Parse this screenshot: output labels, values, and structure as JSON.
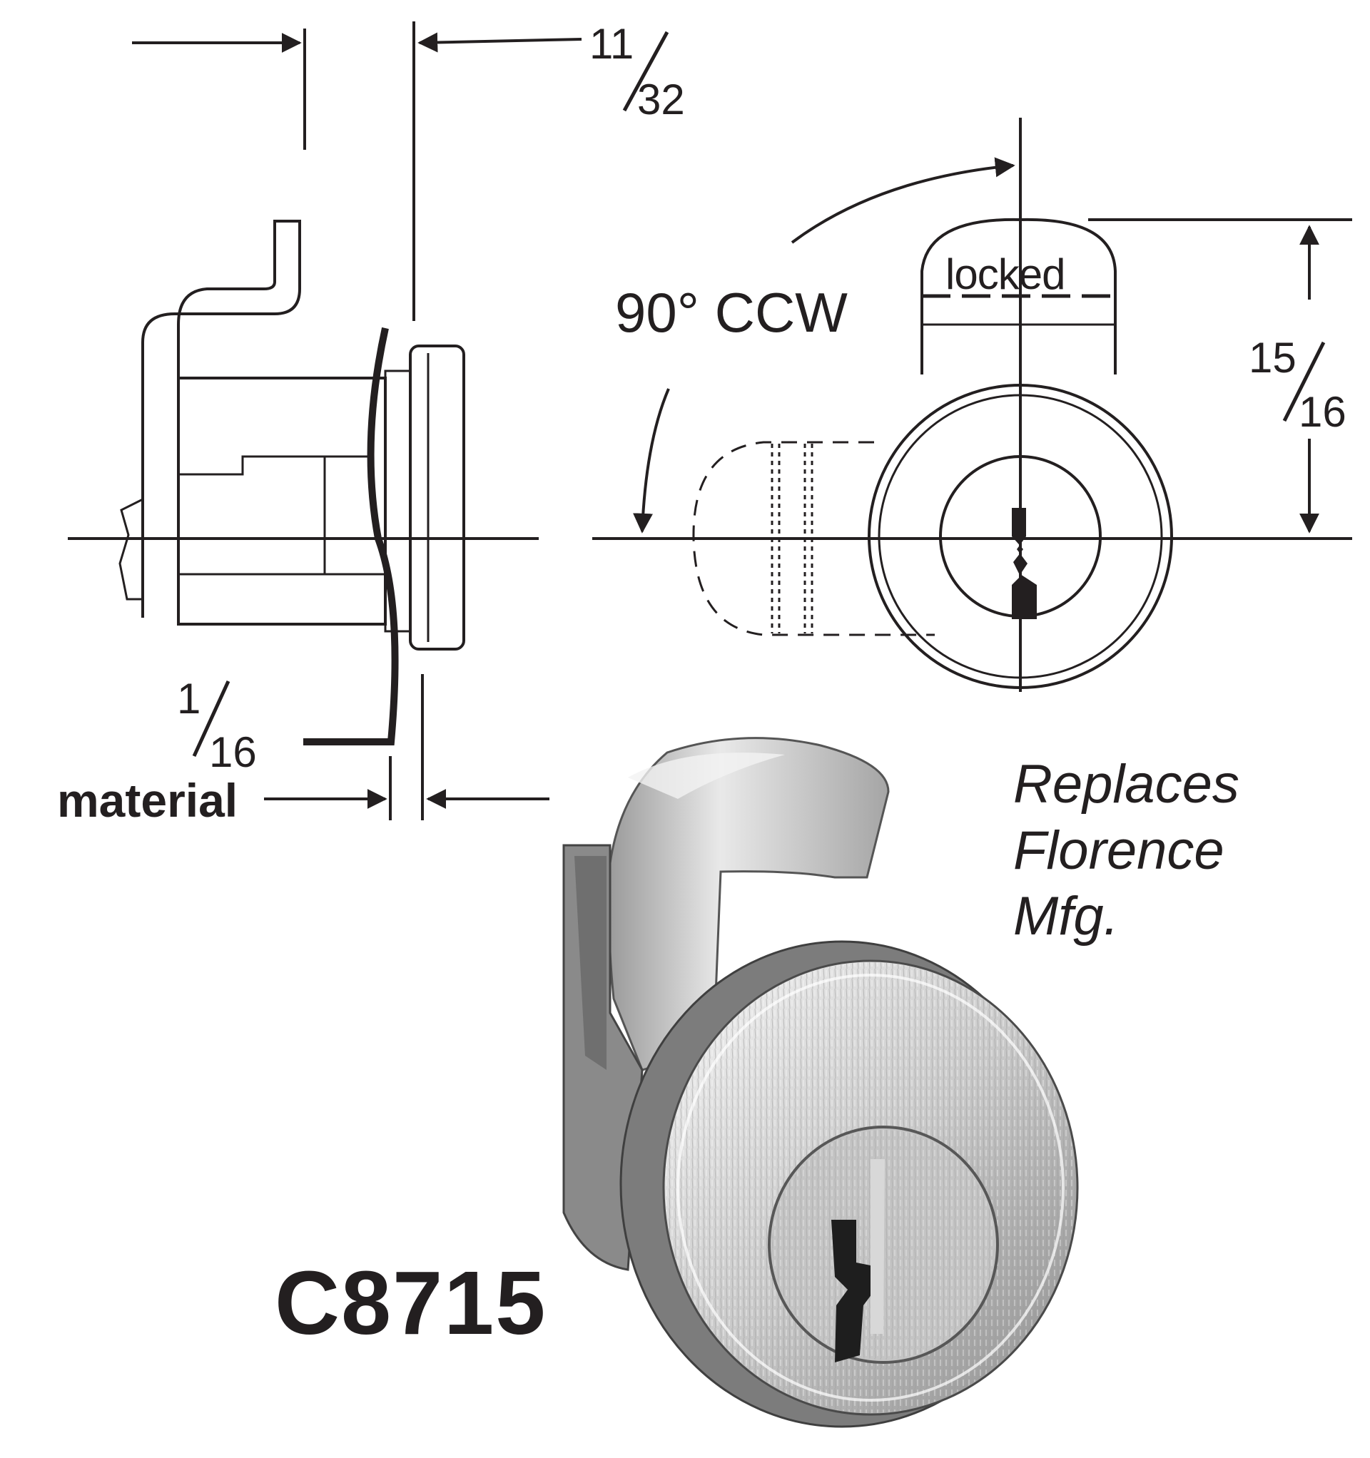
{
  "dimensions": {
    "top_fraction": {
      "num": "11",
      "den": "32"
    },
    "height_fraction": {
      "num": "15",
      "den": "16"
    },
    "material_fraction": {
      "num": "1",
      "den": "16"
    },
    "material_label": "material"
  },
  "rotation_label": "90° CCW",
  "locked_label": "locked",
  "part_number": "C8715",
  "note": {
    "line1": "Replaces",
    "line2": "Florence",
    "line3": "Mfg."
  },
  "colors": {
    "ink": "#231f20",
    "metal_light": "#e4e4e4",
    "metal_mid": "#b8b8b8",
    "metal_dark": "#6e6e6e"
  }
}
